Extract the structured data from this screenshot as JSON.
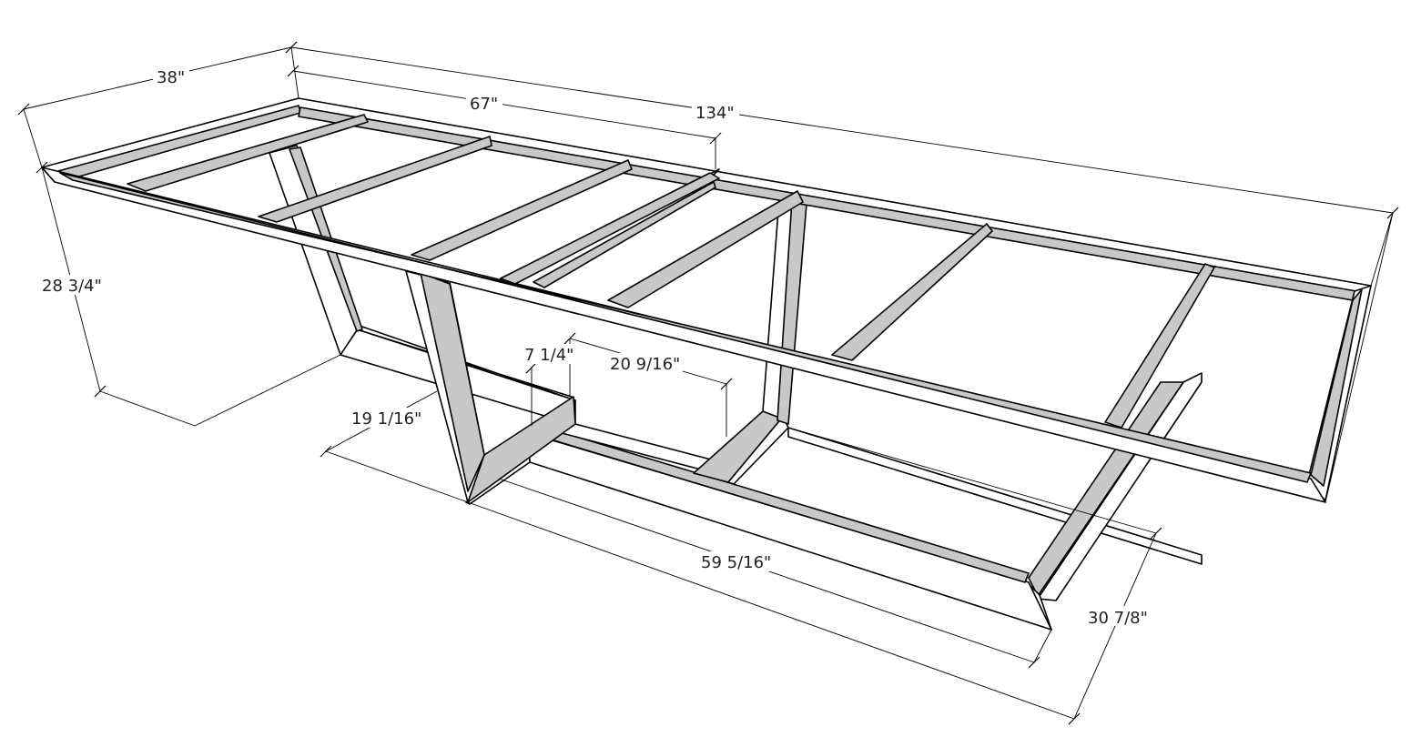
{
  "dimensions": {
    "width_38": "38\"",
    "mid_67": "67\"",
    "length_134": "134\"",
    "height_28_3_4": "28 3/4\"",
    "rise_7_1_4": "7 1/4\"",
    "spacing_20_9_16": "20 9/16\"",
    "leg_19_1_16": "19 1/16\"",
    "base_59_5_16": "59 5/16\"",
    "base_30_7_8": "30 7/8\""
  }
}
